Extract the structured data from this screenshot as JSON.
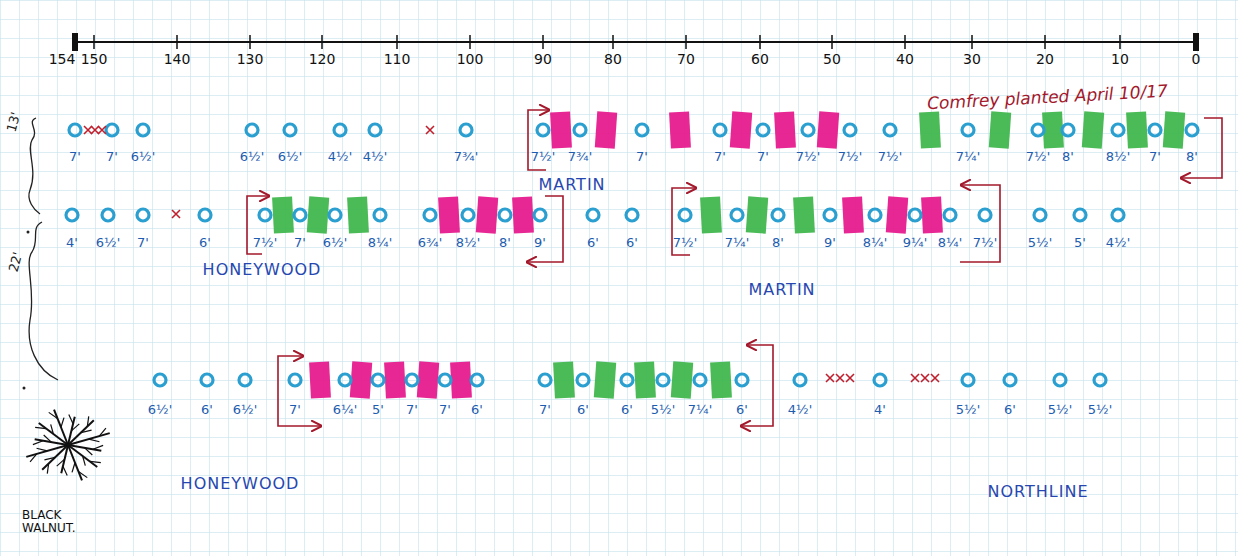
{
  "diagram": {
    "labels": [
      "154",
      "150",
      "140",
      "130",
      "120",
      "110",
      "100",
      "90",
      "80",
      "70",
      "60",
      "50",
      "40",
      "30",
      "20",
      "10",
      "0",
      "Comfrey planted April 10/17",
      "13'",
      "7'",
      "7'",
      "6½'",
      "6½'",
      "6½'",
      "4½'",
      "4½'",
      "7¾'",
      "7½'",
      "7¾'",
      "7'",
      "7'",
      "7'",
      "7½'",
      "7½'",
      "7½'",
      "7¼'",
      "7½'",
      "8'",
      "8½'",
      "7'",
      "8'",
      "MARTIN",
      "22'",
      "4'",
      "6½'",
      "7'",
      "6'",
      "7½'",
      "7'",
      "6½'",
      "8¼'",
      "6¾'",
      "8½'",
      "8'",
      "9'",
      "6'",
      "6'",
      "7½'",
      "7¼'",
      "8'",
      "9'",
      "8¼'",
      "9¼'",
      "8¼'",
      "7½'",
      "5½'",
      "5'",
      "4½'",
      "HONEYWOOD",
      "MARTIN",
      "6½'",
      "6'",
      "6½'",
      "7'",
      "6¼'",
      "5'",
      "7'",
      "7'",
      "6'",
      "7'",
      "6'",
      "6'",
      "5½'",
      "7¼'",
      "6'",
      "4½'",
      "4'",
      "5½'",
      "6'",
      "5½'",
      "5½'",
      "HONEYWOOD",
      "NORTHLINE",
      "BLACK WALNUT."
    ]
  }
}
